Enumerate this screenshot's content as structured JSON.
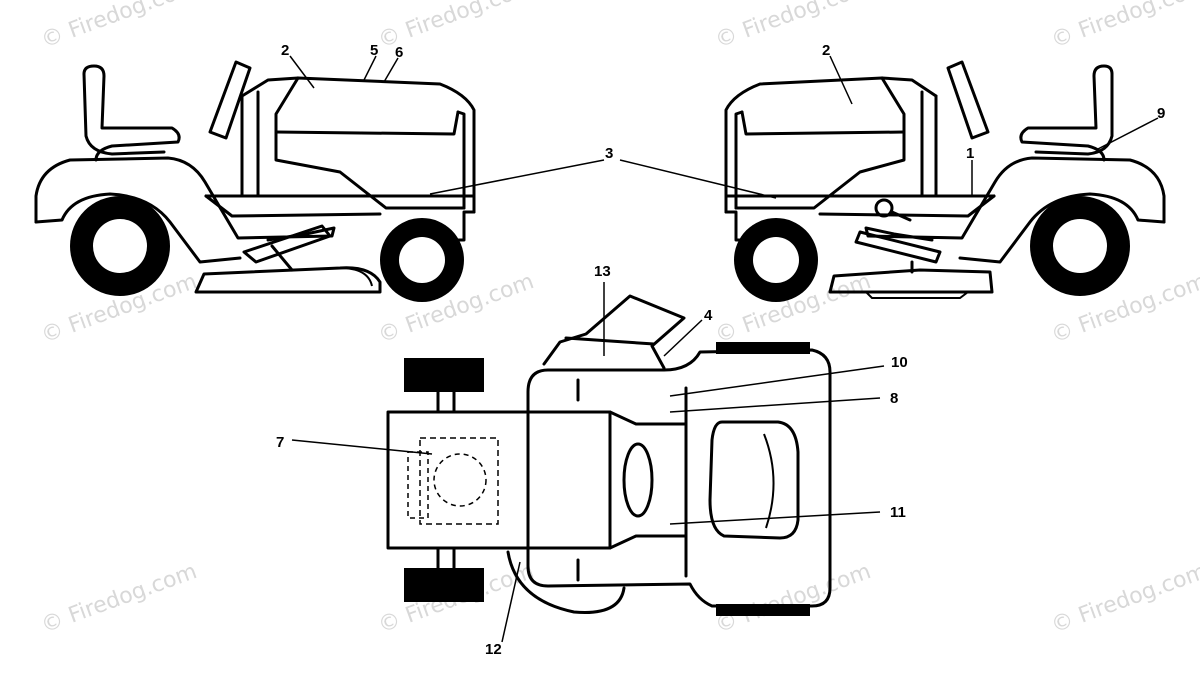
{
  "watermark": "© Firedog.com",
  "callouts": {
    "c1": "1",
    "c2a": "2",
    "c2b": "2",
    "c3": "3",
    "c4": "4",
    "c5": "5",
    "c6": "6",
    "c7": "7",
    "c8": "8",
    "c9": "9",
    "c10": "10",
    "c11": "11",
    "c12": "12",
    "c13": "13"
  }
}
